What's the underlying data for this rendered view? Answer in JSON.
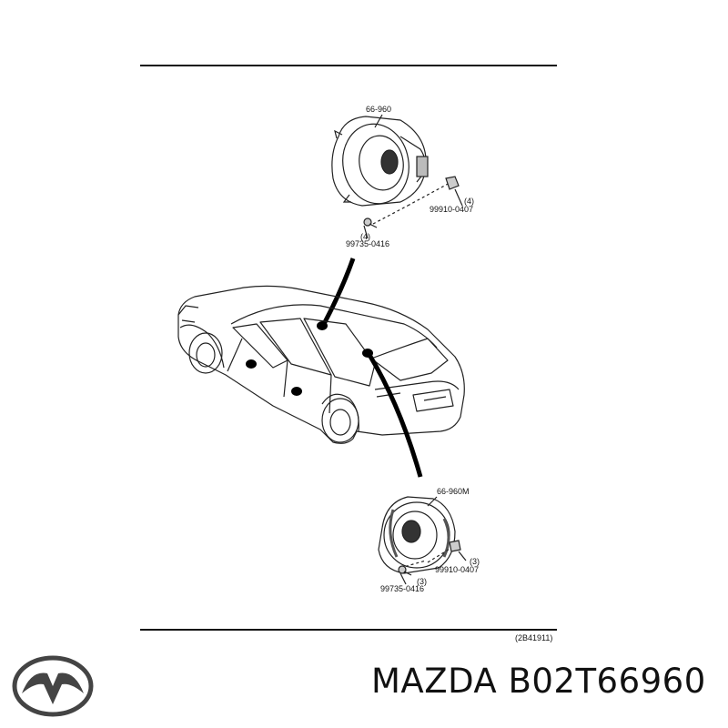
{
  "diagram": {
    "callouts": {
      "upper_speaker": "66-960",
      "upper_clip": "99910-0407",
      "upper_clip_qty": "(4)",
      "upper_screw": "99735-0416",
      "upper_screw_qty": "(4)",
      "lower_speaker": "66-960M",
      "lower_clip": "99910-0407",
      "lower_clip_qty": "(3)",
      "lower_screw": "99735-0416",
      "lower_screw_qty": "(3)"
    },
    "reference_code": "(2B41911)"
  },
  "brand": {
    "logo_icon": "mazda-logo-icon",
    "caption": "MAZDA B02T66960"
  }
}
